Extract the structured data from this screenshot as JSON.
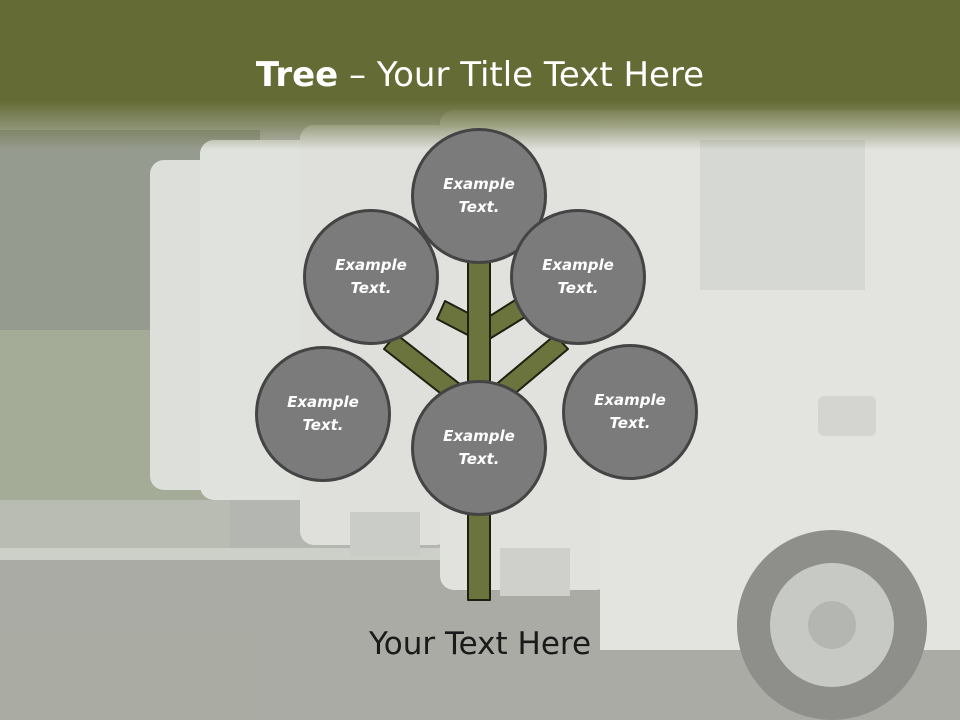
{
  "title": {
    "bold": "Tree",
    "rest": " – Your Title Text Here"
  },
  "nodes": [
    {
      "text": "Example Text."
    },
    {
      "text": "Example Text."
    },
    {
      "text": "Example Text."
    },
    {
      "text": "Example Text."
    },
    {
      "text": "Example Text."
    },
    {
      "text": "Example Text."
    }
  ],
  "footer": {
    "text": "Your Text Here"
  },
  "colors": {
    "header": "#646b34",
    "branch": "#6b743c",
    "node_fill": "#7b7b7b",
    "node_border": "#444444"
  }
}
